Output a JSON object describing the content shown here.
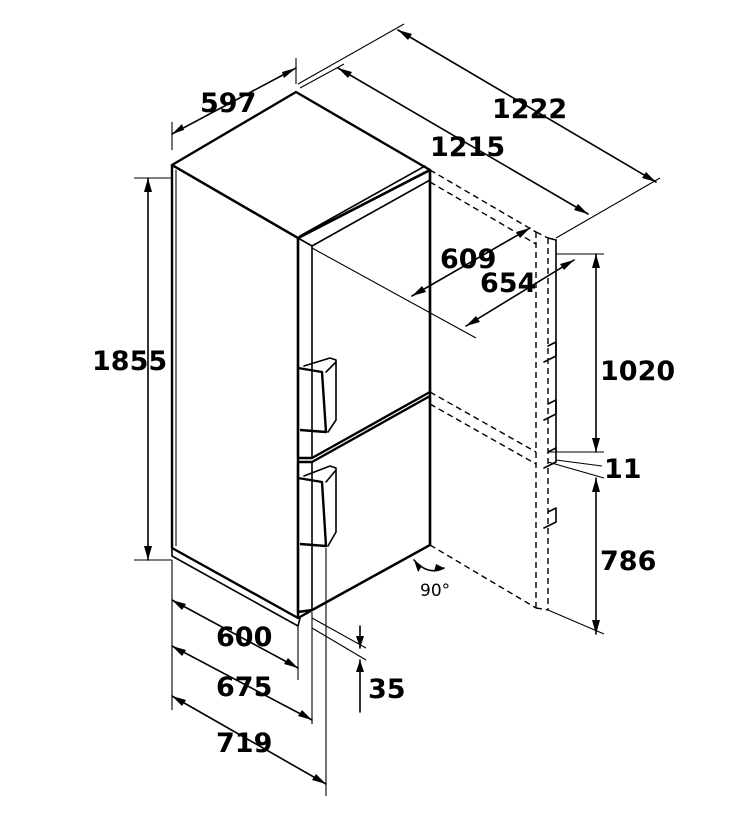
{
  "dimensions": {
    "width_top": "597",
    "depth_total": "1222",
    "depth_door": "1215",
    "height": "1855",
    "open_depth_1": "609",
    "open_depth_2": "654",
    "door_upper": "1020",
    "gap": "11",
    "door_lower": "786",
    "base_width": "600",
    "base_depth_1": "675",
    "base_depth_2": "719",
    "handle_offset": "35",
    "door_angle": "90°"
  }
}
